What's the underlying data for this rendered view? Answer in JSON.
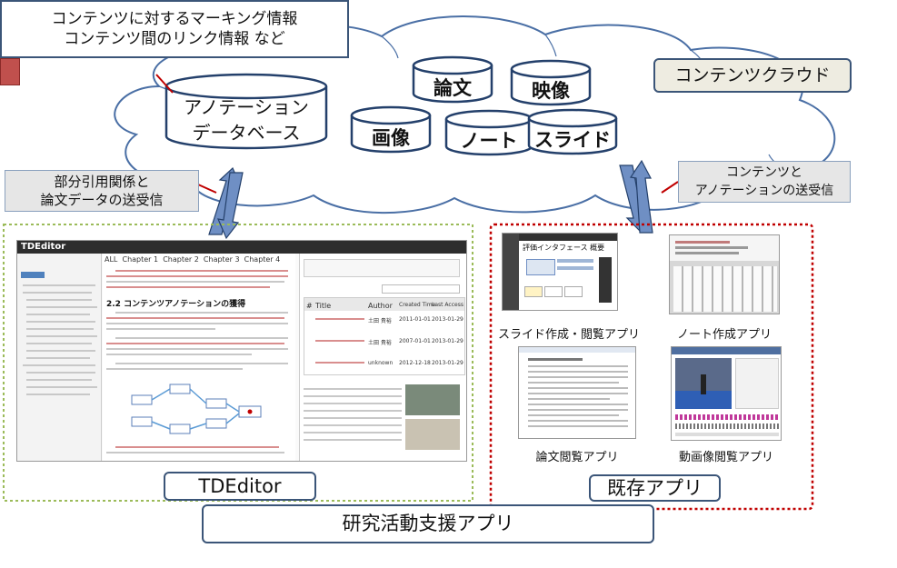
{
  "callouts": {
    "marking_line1": "コンテンツに対するマーキング情報",
    "marking_line2": "コンテンツ間のリンク情報 など",
    "partial_line1": "部分引用関係と",
    "partial_line2": "論文データの送受信",
    "annot_line1": "コンテンツと",
    "annot_line2": "アノテーションの送受信"
  },
  "cloud": {
    "db_line1": "アノテーション",
    "db_line2": "データベース",
    "cylinders": [
      "論文",
      "映像",
      "画像",
      "ノート",
      "スライド"
    ],
    "label": "コンテンツクラウド"
  },
  "tdeditor": {
    "logo": "TDEditor",
    "section_heading": "2.2 コンテンツアノテーションの獲得",
    "label": "TDEditor",
    "table_headers": [
      "#",
      "Title",
      "Author",
      "Created Time",
      "Last Access"
    ],
    "table_rows": [
      [
        "",
        "",
        "土田 貴裕",
        "2011-01-01",
        "2013-01-29"
      ],
      [
        "",
        "",
        "土田 貴裕",
        "2007-01-01",
        "2013-01-29"
      ],
      [
        "",
        "",
        "unknown",
        "2012-12-18",
        "2013-01-29"
      ]
    ],
    "tabs": [
      "ALL",
      "Chapter 1",
      "Chapter 2",
      "Chapter 3",
      "Chapter 4"
    ]
  },
  "apps": {
    "slide_caption": "スライド作成・閲覧アプリ",
    "note_caption": "ノート作成アプリ",
    "paper_caption": "論文閲覧アプリ",
    "video_caption": "動画像閲覧アプリ",
    "slide_title": "評価インタフェース 概要",
    "label": "既存アプリ"
  },
  "footer": {
    "label": "研究活動支援アプリ"
  },
  "colors": {
    "cloud_border": "#4a6fa5",
    "arrow_fill": "#6f8fc4",
    "green_dash": "#9bbb59",
    "red_dash": "#c00000",
    "label_border": "#3b5578"
  }
}
